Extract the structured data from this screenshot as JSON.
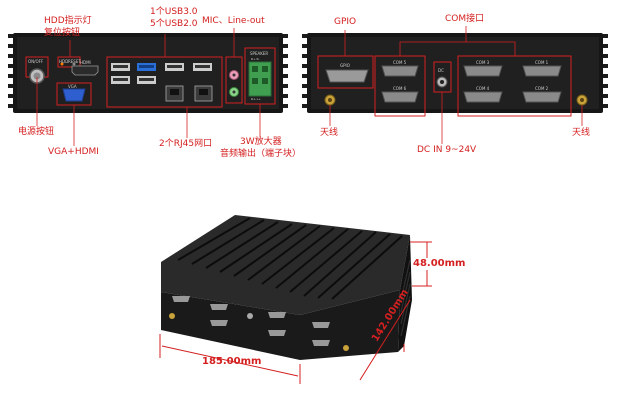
{
  "front_labels": {
    "hdd": "HDD指示灯",
    "reset": "复位按钮",
    "usb30": "1个USB3.0",
    "usb20": "5个USB2.0",
    "audio": "MIC、Line-out",
    "power": "电源按钮",
    "vga": "VGA+HDMI",
    "rj45": "2个RJ45网口",
    "amp_line1": "3W放大器",
    "amp_line2": "音频输出（端子块）"
  },
  "front_panel_text": {
    "onoff": "ON/OFF",
    "hdd": "HDD",
    "reset": "RESET",
    "hdmi": "HDMI",
    "vga": "VGA",
    "speaker": "SPEAKER",
    "r": "R+  R-",
    "l": "R-L  L+"
  },
  "rear_labels": {
    "gpio": "GPIO",
    "com_group": "COM接口",
    "antenna_left": "天线",
    "antenna_right": "天线",
    "dc": "DC IN 9~24V"
  },
  "rear_panel_text": {
    "gpio": "GPIO",
    "dc": "DC",
    "com1": "COM 1",
    "com2": "COM 2",
    "com3": "COM 3",
    "com4": "COM 4",
    "com5": "COM 5",
    "com6": "COM 6"
  },
  "dimensions": {
    "height": "48.00mm",
    "width": "185.00mm",
    "depth": "142.00mm"
  }
}
